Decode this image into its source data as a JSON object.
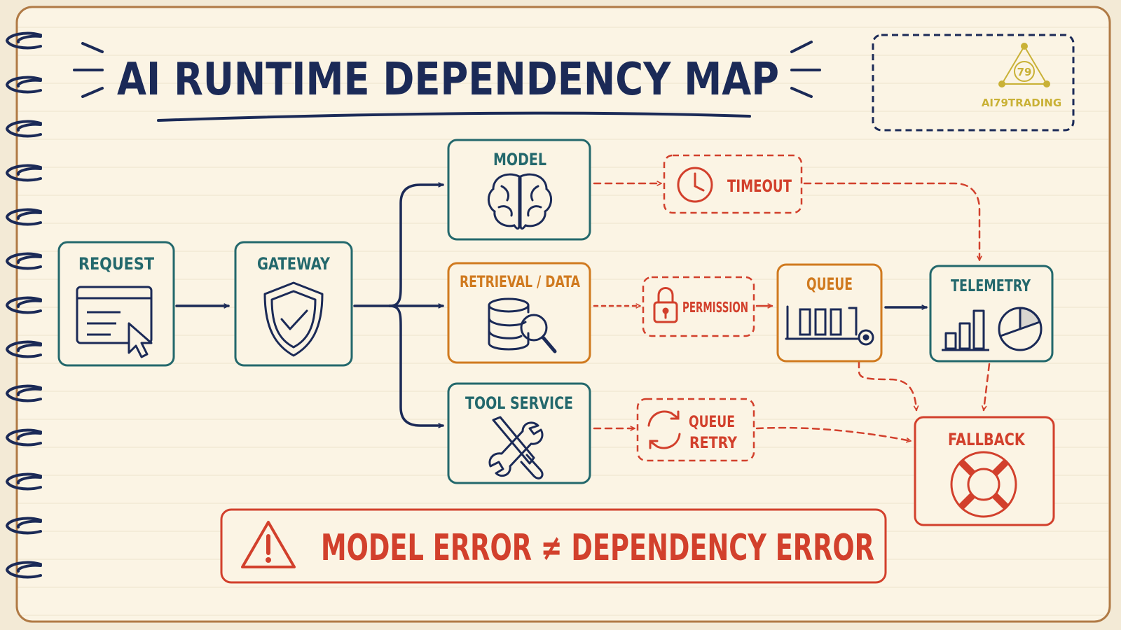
{
  "title": "AI RUNTIME DEPENDENCY MAP",
  "logo": {
    "text": "AI79TRADING",
    "mark": "79"
  },
  "nodes": {
    "request": "REQUEST",
    "gateway": "GATEWAY",
    "model": "MODEL",
    "retrieval": "RETRIEVAL / DATA",
    "tool_service": "TOOL SERVICE",
    "timeout": "TIMEOUT",
    "permission": "PERMISSION",
    "queue": "QUEUE",
    "queue_retry_line1": "QUEUE",
    "queue_retry_line2": "RETRY",
    "telemetry": "TELEMETRY",
    "fallback": "FALLBACK"
  },
  "banner": "MODEL ERROR ≠ DEPENDENCY ERROR",
  "colors": {
    "navy": "#1b2a57",
    "teal": "#23686c",
    "orange": "#d07a1f",
    "red": "#d2402c",
    "gold": "#c9b136",
    "paper": "#fbf4e4"
  },
  "icons": {
    "request": "browser-cursor-icon",
    "gateway": "shield-check-icon",
    "model": "brain-icon",
    "retrieval": "database-search-icon",
    "tool_service": "tools-icon",
    "timeout": "clock-icon",
    "permission": "padlock-icon",
    "queue": "conveyor-queue-icon",
    "queue_retry": "refresh-icon",
    "telemetry": "charts-icon",
    "fallback": "lifebuoy-icon",
    "banner": "warning-icon"
  }
}
